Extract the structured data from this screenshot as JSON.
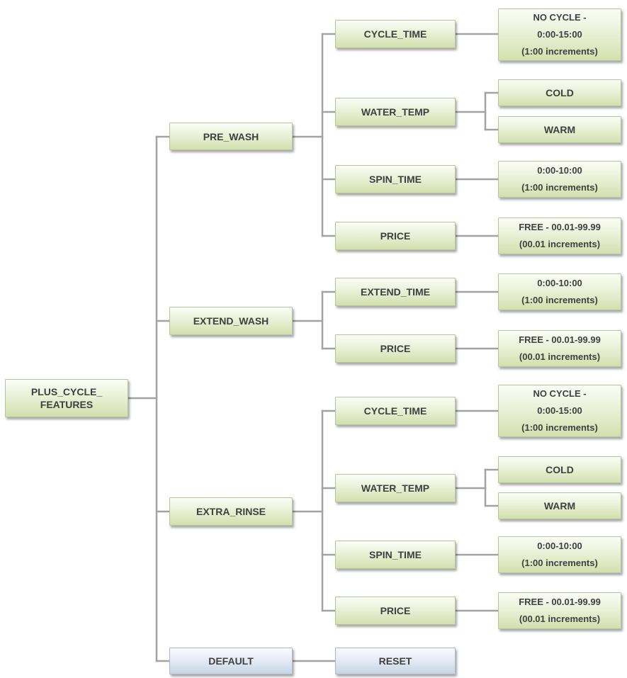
{
  "root": {
    "line1": "PLUS_CYCLE_",
    "line2": "FEATURES"
  },
  "pre_wash": {
    "label": "PRE_WASH",
    "cycle_time": {
      "label": "CYCLE_TIME",
      "value": [
        "NO CYCLE -",
        "0:00-15:00",
        "(1:00 increments)"
      ]
    },
    "water_temp": {
      "label": "WATER_TEMP",
      "options": [
        "COLD",
        "WARM"
      ]
    },
    "spin_time": {
      "label": "SPIN_TIME",
      "value": [
        "0:00-10:00",
        "(1:00 increments)"
      ]
    },
    "price": {
      "label": "PRICE",
      "value": [
        "FREE - 00.01-99.99",
        "(00.01 increments)"
      ]
    }
  },
  "extend_wash": {
    "label": "EXTEND_WASH",
    "extend_time": {
      "label": "EXTEND_TIME",
      "value": [
        "0:00-10:00",
        "(1:00 increments)"
      ]
    },
    "price": {
      "label": "PRICE",
      "value": [
        "FREE - 00.01-99.99",
        "(00.01 increments)"
      ]
    }
  },
  "extra_rinse": {
    "label": "EXTRA_RINSE",
    "cycle_time": {
      "label": "CYCLE_TIME",
      "value": [
        "NO CYCLE -",
        "0:00-15:00",
        "(1:00 increments)"
      ]
    },
    "water_temp": {
      "label": "WATER_TEMP",
      "options": [
        "COLD",
        "WARM"
      ]
    },
    "spin_time": {
      "label": "SPIN_TIME",
      "value": [
        "0:00-10:00",
        "(1:00 increments)"
      ]
    },
    "price": {
      "label": "PRICE",
      "value": [
        "FREE - 00.01-99.99",
        "(00.01 increments)"
      ]
    }
  },
  "default": {
    "label": "DEFAULT",
    "reset": {
      "label": "RESET"
    }
  }
}
